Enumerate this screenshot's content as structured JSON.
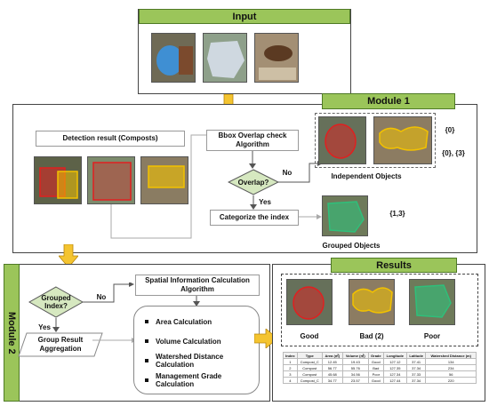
{
  "input": {
    "title": "Input"
  },
  "module1": {
    "title": "Module 1",
    "detection_label": "Detection result (Composts)",
    "bbox_check": "Bbox Overlap check Algorithm",
    "overlap_question": "Overlap?",
    "no_label": "No",
    "yes_label": "Yes",
    "categorize": "Categorize the index",
    "independent_label": "Independent Objects",
    "grouped_label": "Grouped  Objects",
    "index_0": "{0}",
    "index_03": "{0}, {3}",
    "index_13": "{1,3}"
  },
  "module2": {
    "title": "Module 2",
    "grouped_question": "Grouped Index?",
    "no_label": "No",
    "yes_label": "Yes",
    "aggregation": "Group Result Aggregation",
    "spatial_title": "Spatial Information Calculation Algorithm",
    "calculations": [
      "Area Calculation",
      "Volume Calculation",
      "Watershed Distance Calculation",
      "Management Grade Calculation"
    ]
  },
  "results": {
    "title": "Results",
    "grades": [
      "Good",
      "Bad (2)",
      "Poor"
    ],
    "table_headers": [
      "Index",
      "Type",
      "Area (㎡)",
      "Volume (㎥)",
      "Grade",
      "Longitude",
      "Latitude",
      "Watershed Distance (m)"
    ],
    "table_rows": [
      [
        "1",
        "Compost_C",
        "12.45",
        "19.43",
        "Good",
        "127.12",
        "37.41",
        "134"
      ],
      [
        "2",
        "Compost",
        "56.77",
        "55.76",
        "Bad",
        "127.35",
        "37.34",
        "234"
      ],
      [
        "3",
        "Compost",
        "45.68",
        "34.56",
        "Poor",
        "127.34",
        "37.33",
        "56"
      ],
      [
        "4",
        "Compost_C",
        "34.77",
        "23.57",
        "Good",
        "127.44",
        "37.34",
        "220"
      ]
    ]
  },
  "colors": {
    "header_green": "#9bc55a",
    "arrow_yellow": "#f4c430",
    "diamond_fill": "#d6e8c0",
    "detection_red": "#e02020",
    "detection_yellow": "#f2c100",
    "grouped_green": "#2fbf7a"
  }
}
